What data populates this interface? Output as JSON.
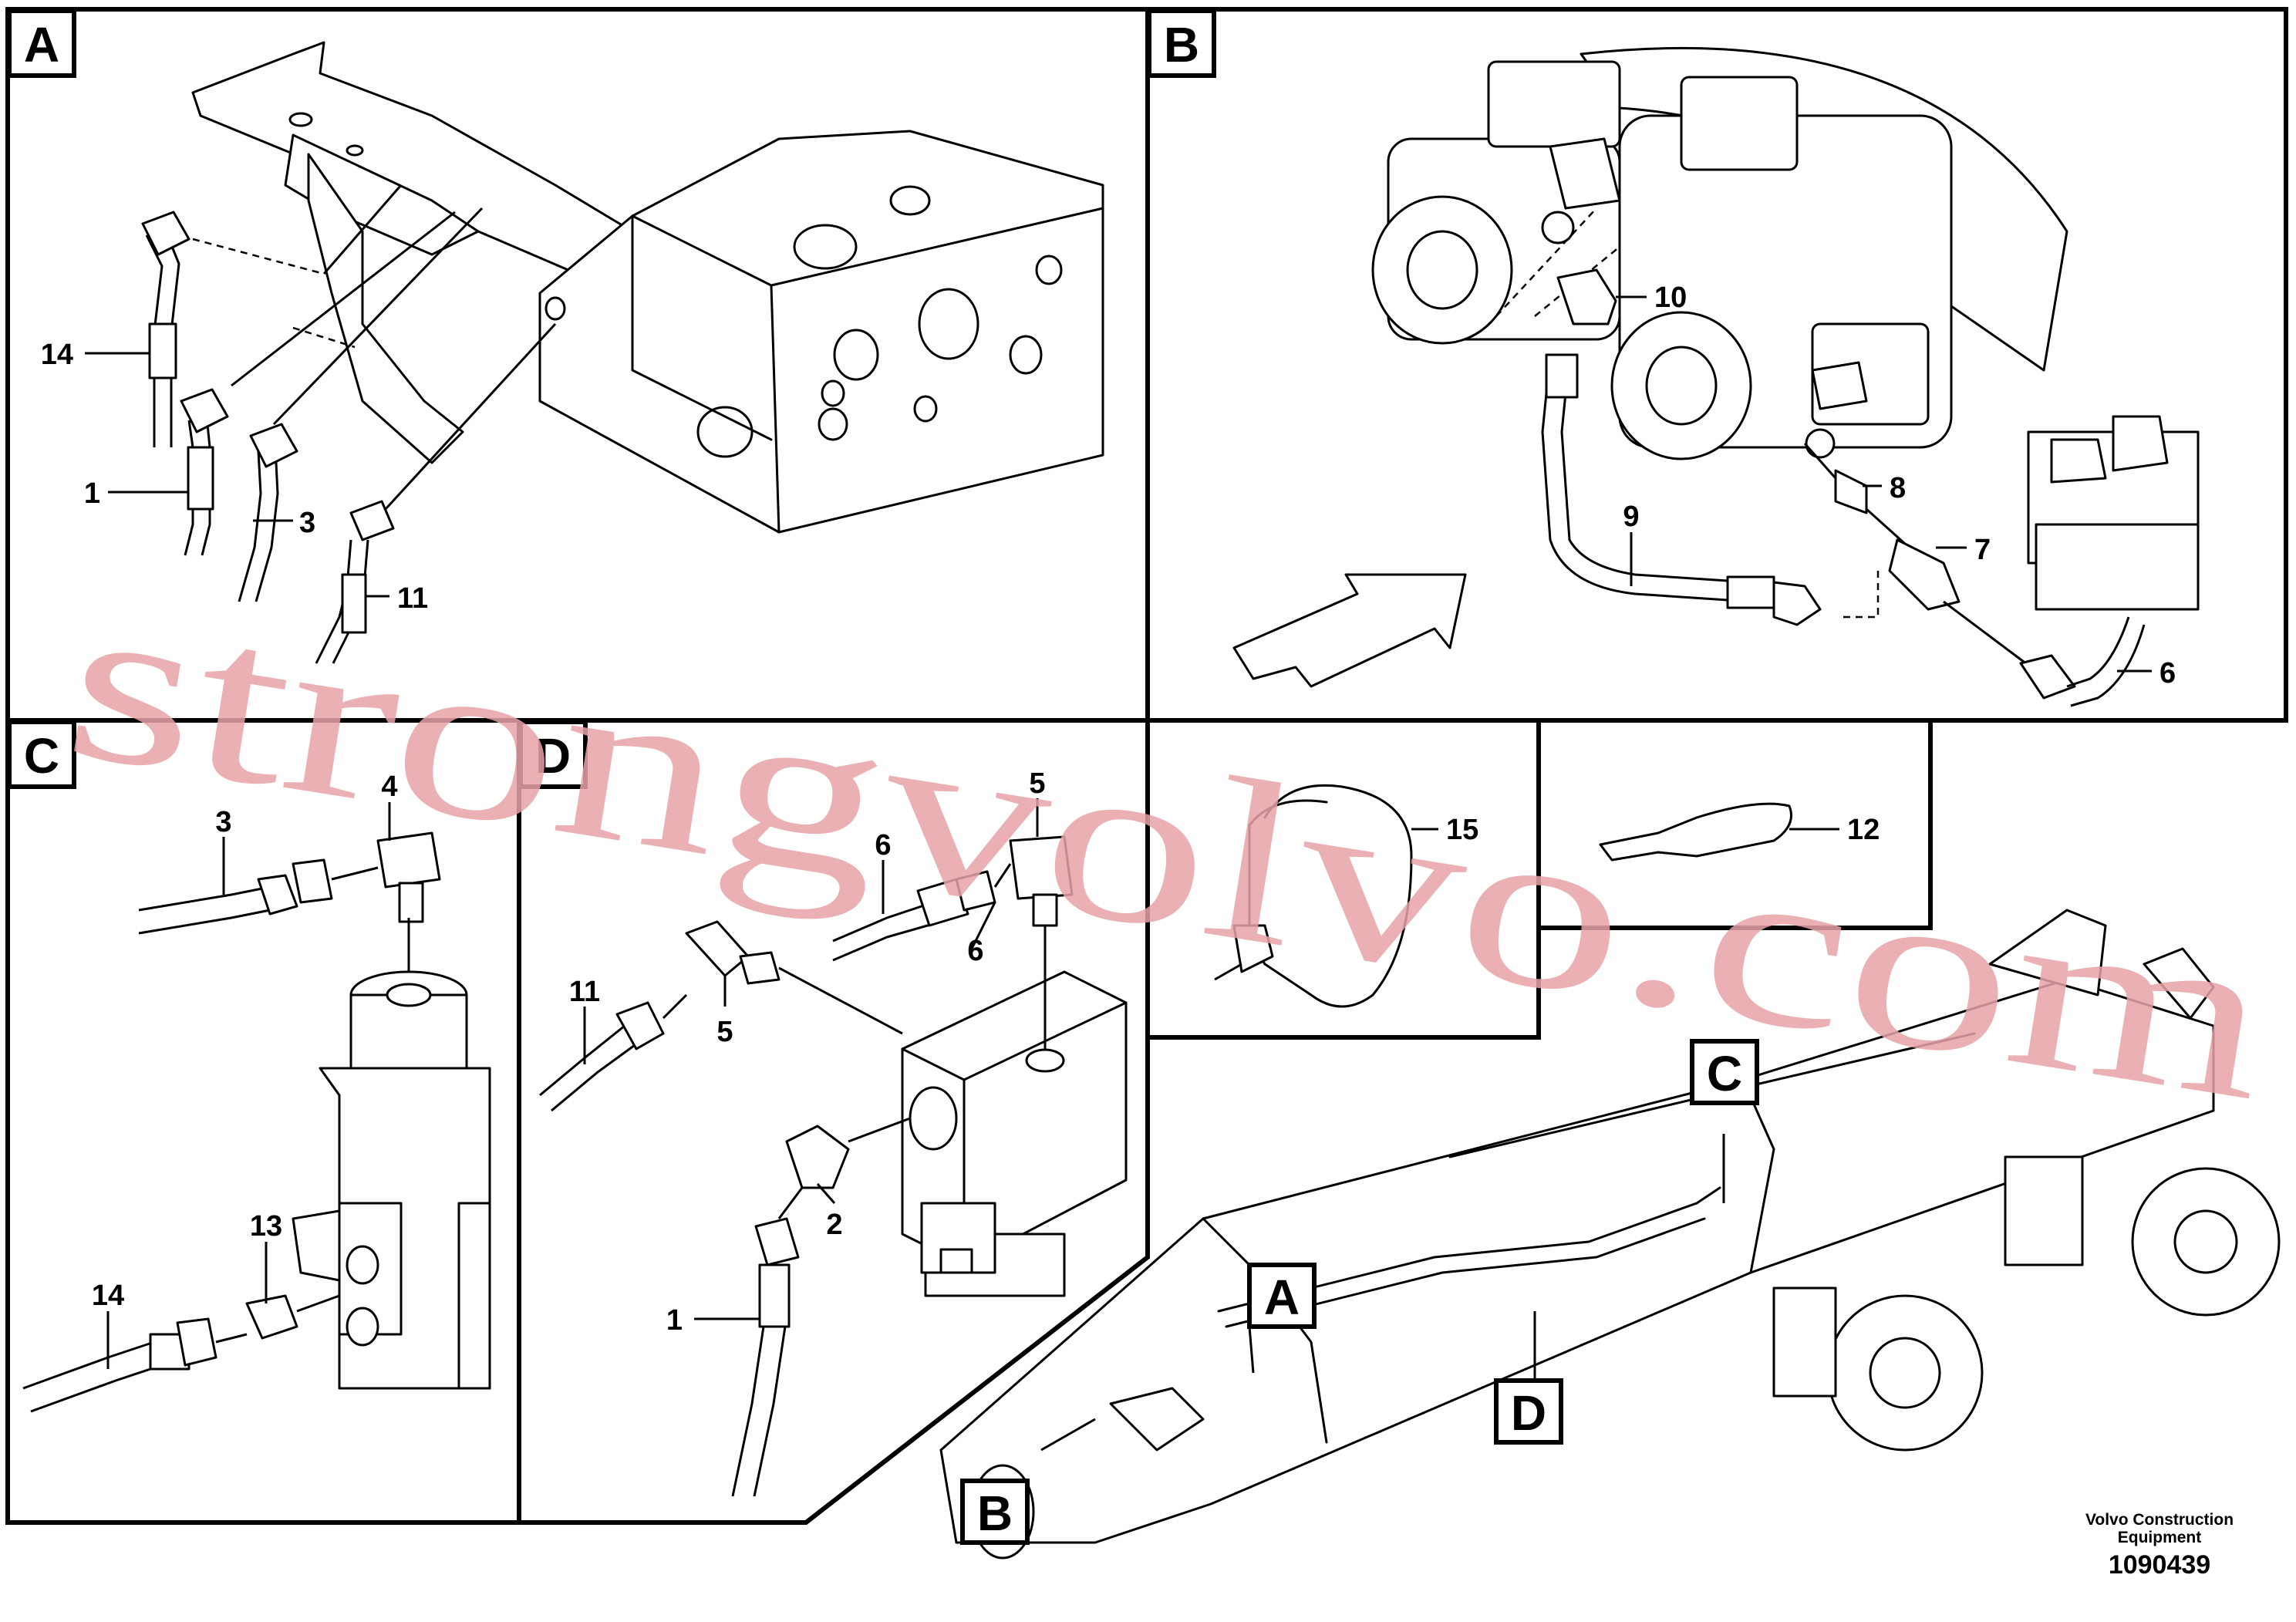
{
  "panels": {
    "A": {
      "tag": "A",
      "labels": {
        "l14": "14",
        "l1": "1",
        "l3": "3",
        "l11": "11"
      }
    },
    "B": {
      "tag": "B",
      "labels": {
        "l10": "10",
        "l8": "8",
        "l7": "7",
        "l9": "9",
        "l6": "6"
      }
    },
    "C": {
      "tag": "C",
      "labels": {
        "l3": "3",
        "l4": "4",
        "l13": "13",
        "l14": "14"
      }
    },
    "D": {
      "tag": "D",
      "labels": {
        "l5a": "5",
        "l6a": "6",
        "l6b": "6",
        "l11": "11",
        "l5b": "5",
        "l2": "2",
        "l1": "1"
      }
    },
    "clamp": {
      "label": "15"
    },
    "tie": {
      "label": "12"
    }
  },
  "overview_callouts": {
    "A": "A",
    "B": "B",
    "C": "C",
    "D": "D"
  },
  "watermark": "strongvolvo.com",
  "footer": {
    "line1": "Volvo Construction",
    "line2": "Equipment",
    "drawing_number": "1090439"
  },
  "colors": {
    "line": "#000000",
    "watermark": "#e8a3a8",
    "background": "#ffffff"
  }
}
